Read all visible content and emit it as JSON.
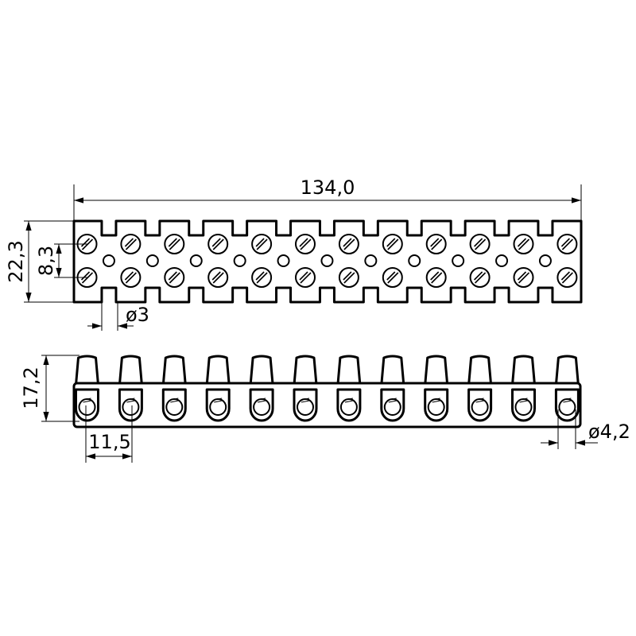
{
  "drawing": {
    "terminal_count": 12,
    "colors": {
      "line": "#000000",
      "background": "#ffffff"
    },
    "dimensions": {
      "overall_length": "134,0",
      "height_top": "22,3",
      "screw_spacing": "8,3",
      "mount_hole": "ø3",
      "height_front": "17,2",
      "pitch": "11,5",
      "wire_hole": "ø4,2"
    }
  }
}
